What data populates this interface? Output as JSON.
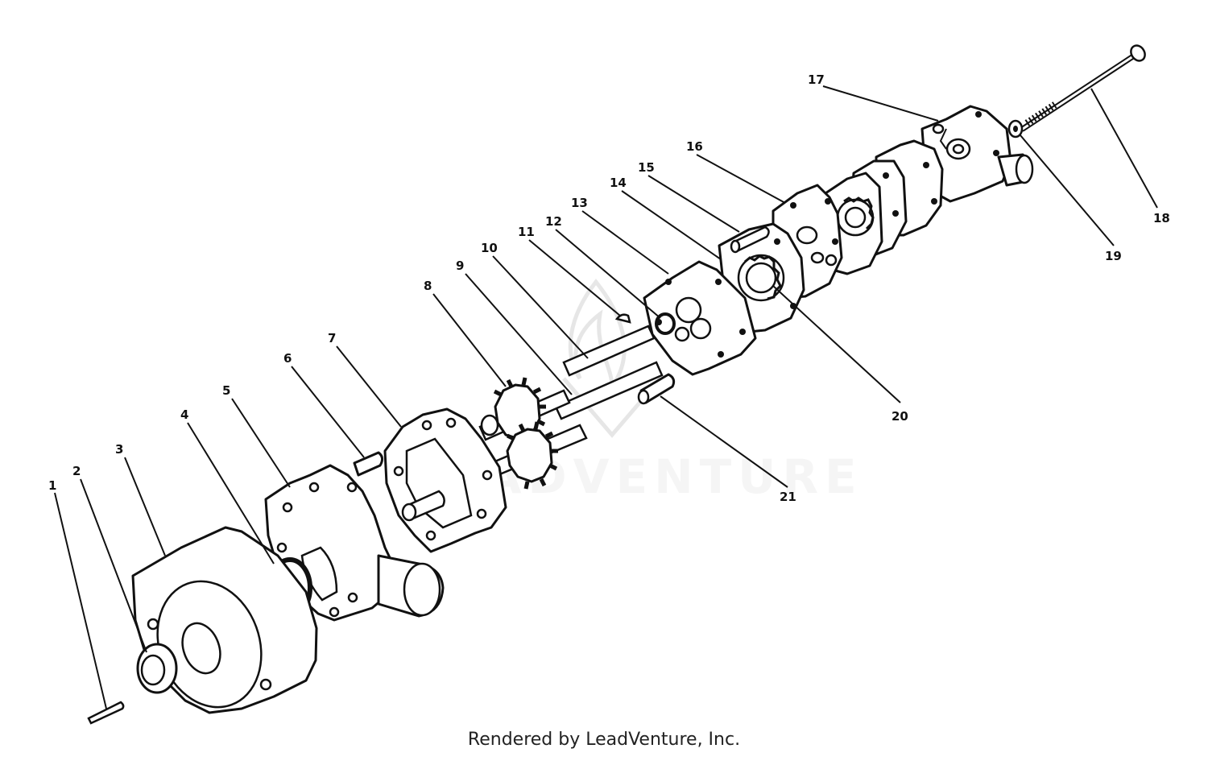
{
  "watermark": {
    "text": "LEADVENTURE",
    "logo_icon": "flame-logo-icon"
  },
  "footer": {
    "credit": "Rendered by LeadVenture, Inc."
  },
  "callouts": [
    {
      "number": "1"
    },
    {
      "number": "2"
    },
    {
      "number": "3"
    },
    {
      "number": "4"
    },
    {
      "number": "5"
    },
    {
      "number": "6"
    },
    {
      "number": "7"
    },
    {
      "number": "8"
    },
    {
      "number": "9"
    },
    {
      "number": "10"
    },
    {
      "number": "11"
    },
    {
      "number": "12"
    },
    {
      "number": "13"
    },
    {
      "number": "14"
    },
    {
      "number": "15"
    },
    {
      "number": "16"
    },
    {
      "number": "17"
    },
    {
      "number": "18"
    },
    {
      "number": "19"
    },
    {
      "number": "20"
    },
    {
      "number": "21"
    }
  ]
}
